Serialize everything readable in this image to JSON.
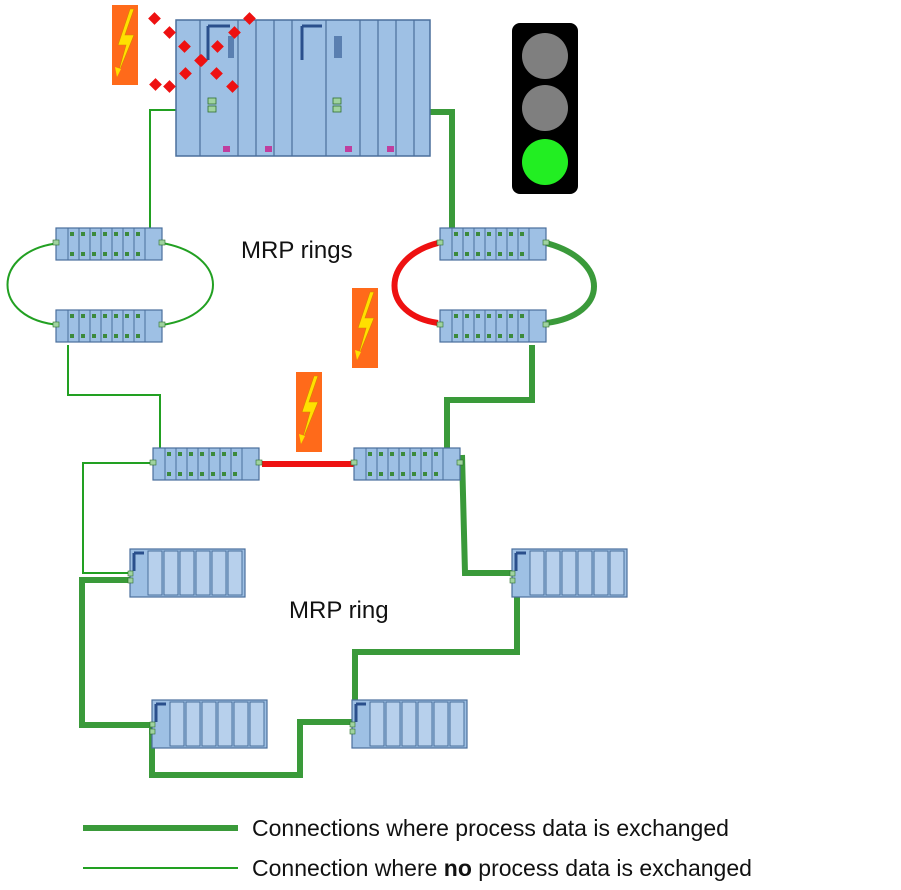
{
  "labels": {
    "mrp_rings": "MRP rings",
    "mrp_ring": "MRP ring"
  },
  "legend": {
    "exchanged": "Connections where process data is exchanged",
    "no_exchange_prefix": "Connection where ",
    "no_exchange_bold": "no",
    "no_exchange_suffix": " process data is exchanged"
  },
  "traffic_light": {
    "active_lamp": "green"
  },
  "colors": {
    "active_line": "#3a9a3a",
    "inactive_line": "#22a022",
    "fault_line": "#ee1111",
    "device_fill": "#9ec0e4",
    "device_stroke": "#4a6f9c",
    "lightning_bg": "#ff6a1a",
    "lightning_bolt": "#ffe000"
  }
}
